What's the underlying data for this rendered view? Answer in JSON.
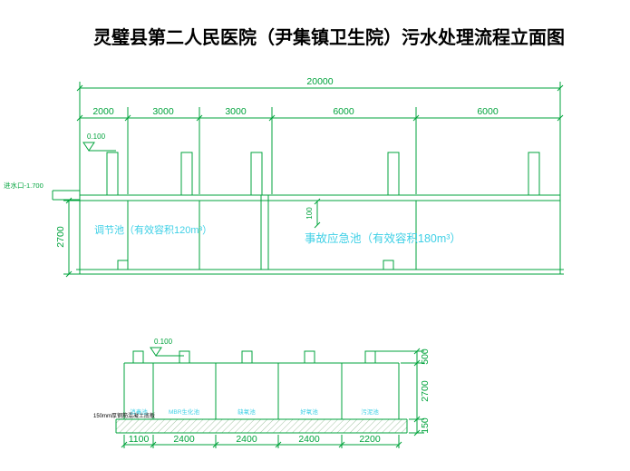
{
  "title": "灵璧县第二人民医院（尹集镇卫生院）污水处理流程立面图",
  "colors": {
    "drawing_green": "#00a33c",
    "label_cyan": "#3fd0e6",
    "text_black": "#000000",
    "background": "#ffffff"
  },
  "upper_view": {
    "overall_dim": "20000",
    "segment_dims": [
      "2000",
      "3000",
      "3000",
      "6000",
      "6000"
    ],
    "level_mark": "0.100",
    "inlet_label": "进水口-1.700",
    "depth_dim": "2700",
    "wall_dim": "100",
    "tank_labels": [
      "调节池（有效容积120m³）",
      "事故应急池（有效容积180m³）"
    ]
  },
  "lower_view": {
    "level_mark": "0.100",
    "base_note": "150mm厚钢筋混凝土底板",
    "compartment_labels": [
      "消毒池",
      "MBR生化池",
      "缺氧池",
      "好氧池",
      "污泥池"
    ],
    "bottom_dims": [
      "1100",
      "2400",
      "2400",
      "2400",
      "2200"
    ],
    "height_dims": [
      "500",
      "2700",
      "150"
    ]
  }
}
